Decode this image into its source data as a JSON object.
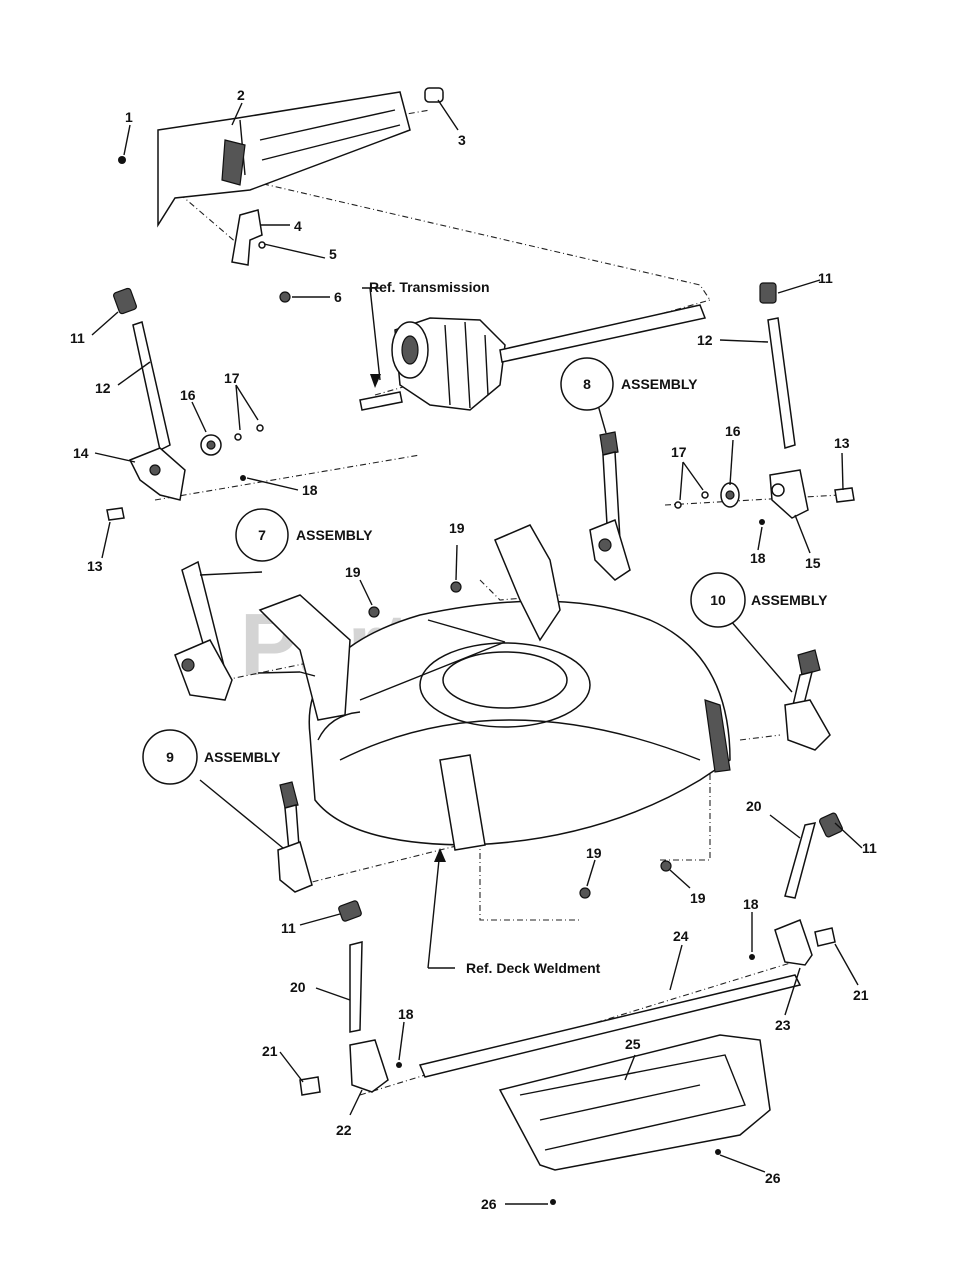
{
  "diagram": {
    "watermark": "PartsTree",
    "assemblies": [
      {
        "num": "7",
        "label": "ASSEMBLY"
      },
      {
        "num": "8",
        "label": "ASSEMBLY"
      },
      {
        "num": "9",
        "label": "ASSEMBLY"
      },
      {
        "num": "10",
        "label": "ASSEMBLY"
      }
    ],
    "references": {
      "transmission": "Ref. Transmission",
      "deck": "Ref. Deck Weldment"
    },
    "callouts": [
      "1",
      "2",
      "3",
      "4",
      "5",
      "6",
      "11",
      "12",
      "16",
      "17",
      "14",
      "18",
      "13",
      "11",
      "12",
      "16",
      "17",
      "13",
      "18",
      "15",
      "19",
      "19",
      "11",
      "20",
      "19",
      "19",
      "11",
      "20",
      "18",
      "24",
      "21",
      "23",
      "21",
      "18",
      "22",
      "25",
      "26",
      "26"
    ]
  }
}
